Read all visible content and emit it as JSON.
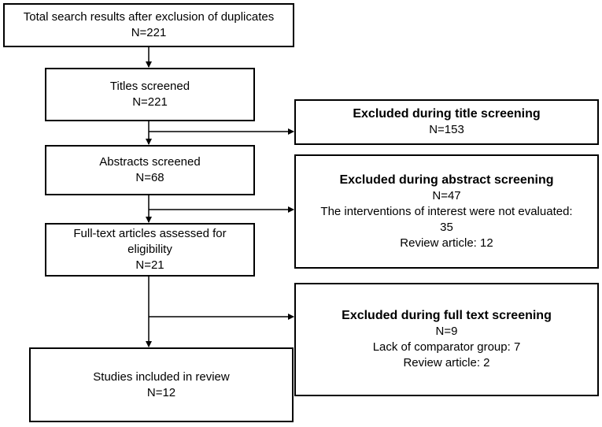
{
  "flow": {
    "total": {
      "title": "Total search results after exclusion of duplicates",
      "count": "N=221"
    },
    "titles": {
      "title": "Titles screened",
      "count": "N=221"
    },
    "abstracts": {
      "title": "Abstracts screened",
      "count": "N=68"
    },
    "fulltext": {
      "title_line1": "Full-text articles assessed for",
      "title_line2": "eligibility",
      "count": "N=21"
    },
    "included": {
      "title": "Studies included in review",
      "count": "N=12"
    }
  },
  "exclusions": {
    "title_screening": {
      "title": "Excluded during title screening",
      "count": "N=153"
    },
    "abstract_screening": {
      "title": "Excluded during abstract screening",
      "count": "N=47",
      "reason1_line1": "The interventions of interest were not evaluated:",
      "reason1_line2": "35",
      "reason2": "Review article: 12"
    },
    "fulltext_screening": {
      "title": "Excluded during full text screening",
      "count": "N=9",
      "reason1": "Lack of comparator group: 7",
      "reason2": "Review article: 2"
    }
  },
  "colors": {
    "stroke": "#000000",
    "background": "#ffffff"
  }
}
